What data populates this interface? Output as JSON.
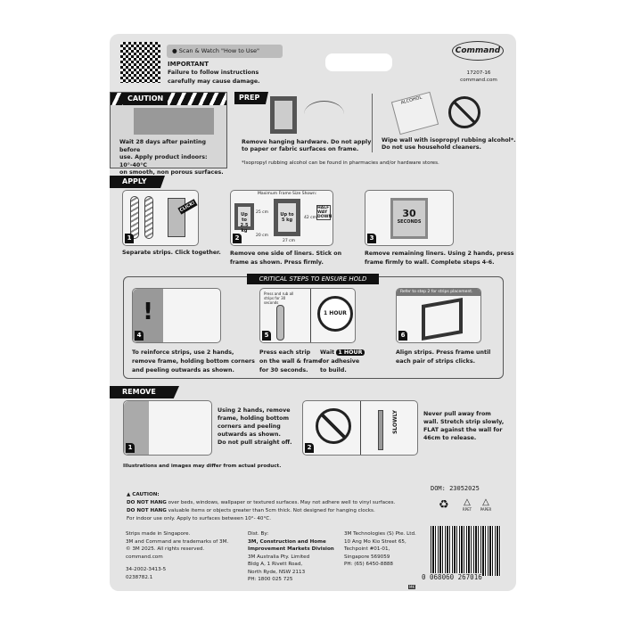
{
  "header": {
    "scan_label": "Scan & Watch \"How to Use\"",
    "important_title": "IMPORTANT",
    "important_text": [
      "Failure to follow instructions",
      "carefully may cause damage."
    ],
    "brand": "Command",
    "product_code": "17207-16",
    "website": "command.com"
  },
  "caution": {
    "label": "CAUTION",
    "text": [
      "Wait 28 days after painting before",
      "use. Apply product indoors: 10°-40°C",
      "on smooth, non porous surfaces."
    ]
  },
  "prep": {
    "label": "PREP",
    "text": [
      "Remove hanging hardware. Do not apply",
      "to paper or fabric surfaces on frame."
    ],
    "wipe_text": [
      "Wipe wall with isopropyl rubbing alcohol*.",
      "Do not use household cleaners."
    ],
    "alcohol_label": "ALCOHOL",
    "footnote": "*Isopropyl rubbing alcohol can be found in pharmacies and/or hardware stores."
  },
  "apply": {
    "label": "APPLY",
    "steps": [
      {
        "num": "1",
        "text": [
          "Separate strips. Click together."
        ],
        "click": "CLICK!"
      },
      {
        "num": "2",
        "text": [
          "Remove one side of liners. Stick on",
          "frame as shown. Press firmly."
        ],
        "max": "Maximum Frame Size Shown:",
        "small": "Up to 2.5 kg",
        "large": "Up to 5 kg",
        "dims": [
          "20 cm",
          "25 cm",
          "27 cm",
          "42 cm"
        ],
        "halfway": "HALF WAY DOWN"
      },
      {
        "num": "3",
        "text": [
          "Remove remaining liners. Using 2 hands, press",
          "frame firmly to wall. Complete steps 4-6."
        ],
        "seconds_num": "30",
        "seconds_label": "SECONDS"
      }
    ]
  },
  "critical": {
    "title": "CRITICAL STEPS  TO ENSURE HOLD",
    "steps": [
      {
        "num": "4",
        "text": [
          "To reinforce strips, use 2 hands,",
          "remove frame, holding bottom corners",
          "and peeling outwards as shown."
        ]
      },
      {
        "num": "5",
        "press_note": "Press and rub all strips for 30 seconds",
        "clock": "1 HOUR",
        "text": [
          "Press each strip",
          "on the wall & frame",
          "for 30 seconds."
        ],
        "wait_pre": "Wait ",
        "wait_badge": "1 HOUR",
        "wait_text": [
          "for adhesive",
          "to build."
        ]
      },
      {
        "num": "6",
        "banner": "Refer to step 2 for strips placement.",
        "text": [
          "Align strips. Press frame until",
          "each pair of strips clicks."
        ]
      }
    ]
  },
  "remove": {
    "label": "REMOVE",
    "steps": [
      {
        "num": "1",
        "text": [
          "Using 2 hands, remove",
          "frame, holding bottom",
          "corners and peeling",
          "outwards as shown.",
          "Do not pull straight off."
        ]
      },
      {
        "num": "2",
        "slowly": "SLOWLY",
        "text": [
          "Never pull away from",
          "wall. Stretch strip slowly,",
          "FLAT against the wall for",
          "46cm to release."
        ]
      }
    ]
  },
  "disclaimer": "Illustrations and images may differ from actual product.",
  "dom": "DOM: 23052025",
  "warning": {
    "title": "▲ CAUTION:",
    "lines": [
      {
        "bold": "DO NOT HANG",
        "text": " over beds, windows, wallpaper or textured surfaces. May not adhere well to vinyl surfaces."
      },
      {
        "bold": "DO NOT HANG",
        "text": " valuable items or objects greater than 5cm thick. Not designed for hanging clocks."
      },
      {
        "bold": "",
        "text": "For indoor use only. Apply to surfaces between 10°- 40°C."
      }
    ]
  },
  "footer": {
    "col1": [
      "Strips made in Singapore.",
      "3M and Command are trademarks of 3M.",
      "© 3M 2025. All rights reserved.",
      "command.com"
    ],
    "codes": [
      "34-2002-3413-5",
      "0238782.1"
    ],
    "dist_label": "Dist. By:",
    "dist_bold": [
      "3M, Construction and Home",
      "Improvement Markets Division"
    ],
    "dist": [
      "3M Australia Pty. Limited",
      "Bldg A, 1 Rivett Road,",
      "North Ryde, NSW 2113",
      "PH: 1800 025 725"
    ],
    "sg": [
      "3M Technologies (S) Pte. Ltd.",
      "10 Ang Mo Kio Street 65,",
      "Techpoint #01-01,",
      "Singapore 569059",
      "PH: (65) 6450-8888"
    ]
  },
  "recycle": {
    "rpet": "RPET",
    "paper": "PAPER"
  },
  "barcode": {
    "lead": "0",
    "left": "068060",
    "right": "267016"
  },
  "mk": "MK"
}
